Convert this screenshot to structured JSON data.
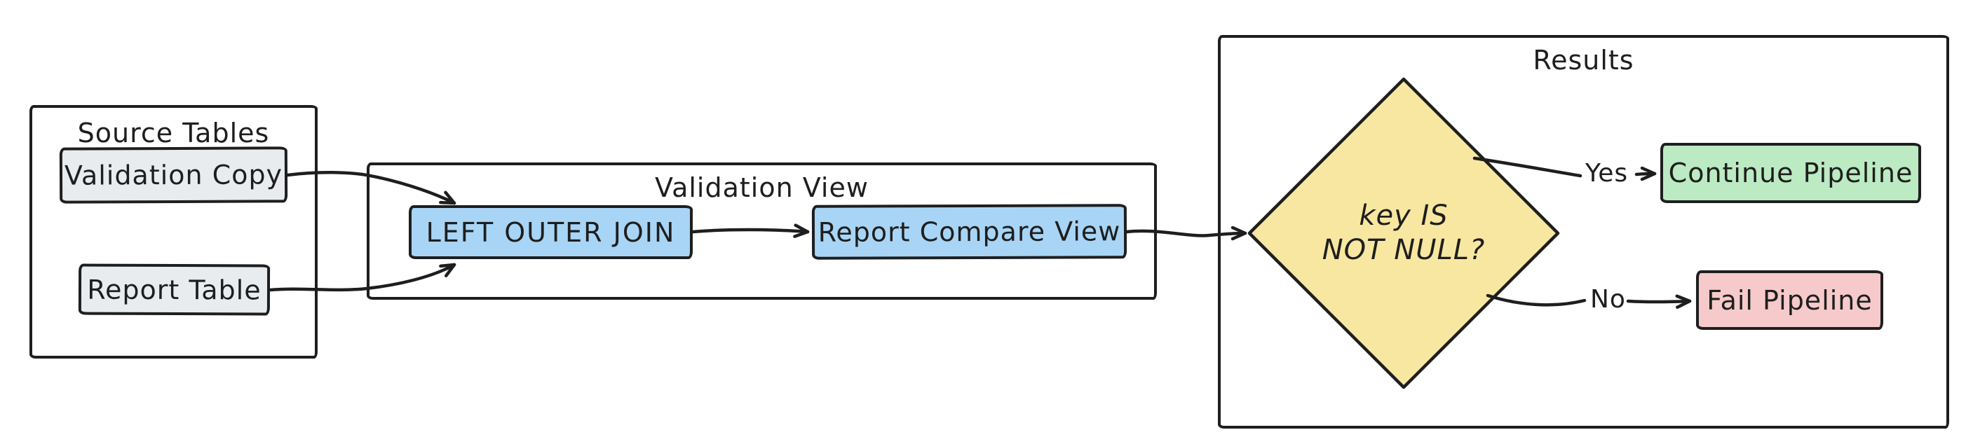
{
  "diagram": {
    "groups": {
      "source_tables": {
        "title": "Source Tables"
      },
      "validation_view": {
        "title": "Validation View"
      },
      "results": {
        "title": "Results"
      }
    },
    "nodes": {
      "validation_copy": {
        "label": "Validation Copy"
      },
      "report_table": {
        "label": "Report Table"
      },
      "left_outer_join": {
        "label": "LEFT OUTER JOIN"
      },
      "report_compare_view": {
        "label": "Report Compare View"
      },
      "decision": {
        "label_line1": "key IS",
        "label_line2": "NOT NULL?"
      },
      "continue_pipeline": {
        "label": "Continue Pipeline"
      },
      "fail_pipeline": {
        "label": "Fail Pipeline"
      }
    },
    "edges": {
      "yes": {
        "label": "Yes"
      },
      "no": {
        "label": "No"
      }
    },
    "colors": {
      "stroke": "#1e1e1e",
      "canvas_bg": "#ffffff",
      "table_fill": "#e9ecef",
      "join_fill": "#a8d5f5",
      "decision_fill": "#f8e7a0",
      "success_fill": "#bceac3",
      "fail_fill": "#f6caca"
    }
  }
}
